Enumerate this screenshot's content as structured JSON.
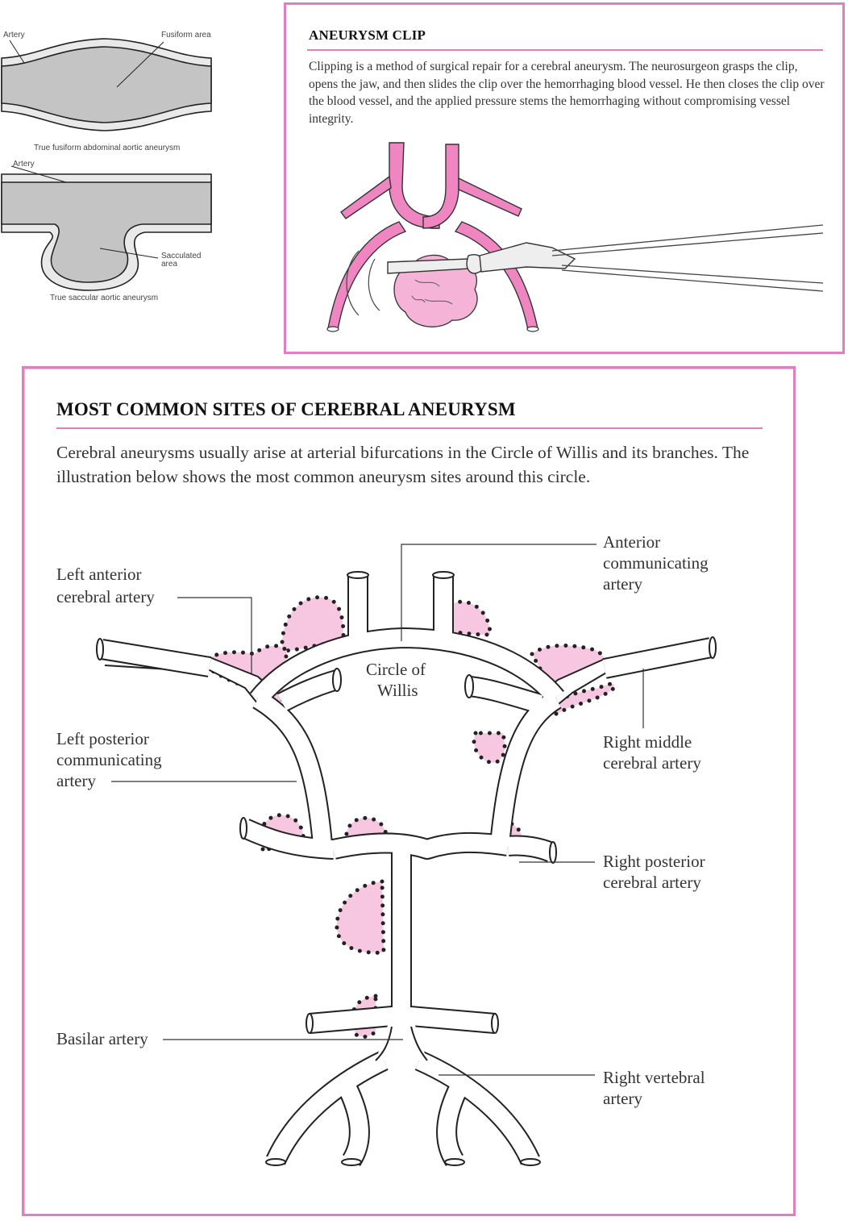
{
  "fusiform_diagram": {
    "artery_label": "Artery",
    "area_label": "Fusiform area",
    "caption": "True fusiform abdominal aortic aneurysm"
  },
  "saccular_diagram": {
    "artery_label": "Artery",
    "area_label_line1": "Sacculated",
    "area_label_line2": "area",
    "caption": "True saccular aortic aneurysm"
  },
  "clip_box": {
    "title": "ANEURYSM CLIP",
    "text": "Clipping is a method of surgical repair for a cerebral aneurysm. The neurosurgeon grasps the clip, opens the jaw, and then slides the clip over the hemorrhaging blood vessel. He then closes the clip over the blood vessel, and the applied pressure stems the hemorrhaging without compromising vessel integrity."
  },
  "sites_box": {
    "title": "MOST COMMON SITES OF CEREBRAL ANEURYSM",
    "text": "Cerebral aneurysms usually arise at arterial bifurcations in the Circle of Willis and its branches. The illustration below shows the most common aneurysm sites around this circle.",
    "circle_label_line1": "Circle of",
    "circle_label_line2": "Willis",
    "labels": {
      "left_anterior_1": "Left anterior",
      "left_anterior_2": "cerebral artery",
      "anterior_comm_1": "Anterior",
      "anterior_comm_2": "communicating",
      "anterior_comm_3": "artery",
      "left_posterior_1": "Left posterior",
      "left_posterior_2": "communicating",
      "left_posterior_3": "artery",
      "right_middle_1": "Right middle",
      "right_middle_2": "cerebral artery",
      "right_posterior_1": "Right posterior",
      "right_posterior_2": "cerebral artery",
      "basilar": "Basilar artery",
      "right_vertebral_1": "Right vertebral",
      "right_vertebral_2": "artery"
    }
  },
  "colors": {
    "accent_border": "#e07fc0",
    "aneurysm_fill": "#f7c6e0",
    "vessel_pink": "#ef86c2",
    "vessel_gray": "#c9c9c9"
  }
}
